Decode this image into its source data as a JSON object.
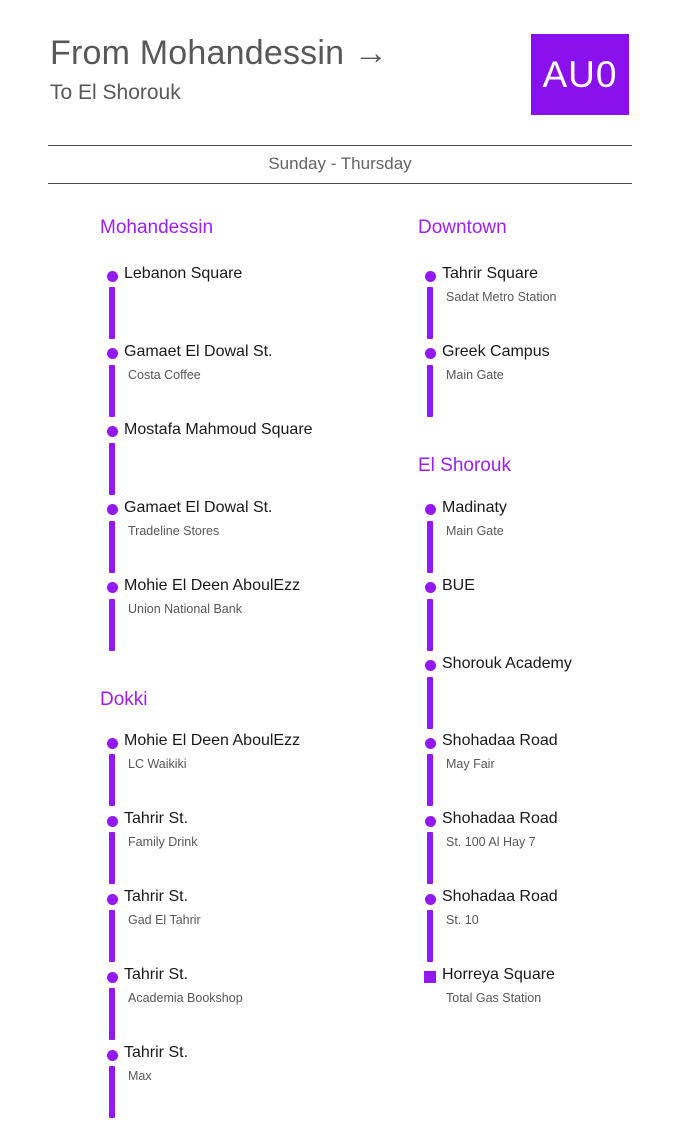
{
  "page": {
    "colors": {
      "accent": "#9418F3",
      "header_purple": "#9D1FF6",
      "badge_bg": "#8A11EE",
      "title_gray": "#58585A",
      "name_black": "#191919",
      "sub_gray": "#57575A",
      "divider_gray": "#4A4A4A",
      "schedule_gray": "#636366"
    }
  },
  "header": {
    "title": "From Mohandessin →",
    "subtitle": "To El Shorouk",
    "badge": "AU0",
    "schedule": "Sunday - Thursday"
  },
  "route": {
    "columns": [
      {
        "id": "left",
        "sections": [
          {
            "title": "Mohandessin",
            "stops": [
              {
                "name": "Lebanon Square",
                "sub": "",
                "marker": "dot"
              },
              {
                "name": "Gamaet El Dowal St.",
                "sub": "Costa Coffee",
                "marker": "dot"
              },
              {
                "name": "Mostafa Mahmoud Square",
                "sub": "",
                "marker": "dot"
              },
              {
                "name": "Gamaet El Dowal St.",
                "sub": "Tradeline Stores",
                "marker": "dot"
              },
              {
                "name": "Mohie El Deen AboulEzz",
                "sub": "Union National Bank",
                "marker": "dot"
              }
            ]
          },
          {
            "title": "Dokki",
            "stops": [
              {
                "name": "Mohie El Deen AboulEzz",
                "sub": "LC Waikiki",
                "marker": "dot"
              },
              {
                "name": "Tahrir St.",
                "sub": "Family Drink",
                "marker": "dot"
              },
              {
                "name": "Tahrir St.",
                "sub": "Gad El Tahrir",
                "marker": "dot"
              },
              {
                "name": "Tahrir St.",
                "sub": "Academia Bookshop",
                "marker": "dot"
              },
              {
                "name": "Tahrir St.",
                "sub": "Max",
                "marker": "dot"
              }
            ]
          }
        ]
      },
      {
        "id": "right",
        "sections": [
          {
            "title": "Downtown",
            "stops": [
              {
                "name": "Tahrir Square",
                "sub": "Sadat Metro Station",
                "marker": "dot"
              },
              {
                "name": "Greek Campus",
                "sub": "Main Gate",
                "marker": "dot"
              }
            ]
          },
          {
            "title": "El Shorouk",
            "stops": [
              {
                "name": "Madinaty",
                "sub": "Main Gate",
                "marker": "dot"
              },
              {
                "name": "BUE",
                "sub": "",
                "marker": "dot"
              },
              {
                "name": "Shorouk Academy",
                "sub": "",
                "marker": "dot"
              },
              {
                "name": "Shohadaa Road",
                "sub": "May Fair",
                "marker": "dot"
              },
              {
                "name": "Shohadaa Road",
                "sub": "St. 100 Al Hay 7",
                "marker": "dot"
              },
              {
                "name": "Shohadaa Road",
                "sub": "St. 10",
                "marker": "dot"
              },
              {
                "name": "Horreya Square",
                "sub": "Total Gas Station",
                "marker": "square",
                "end": true
              }
            ]
          }
        ]
      }
    ]
  }
}
